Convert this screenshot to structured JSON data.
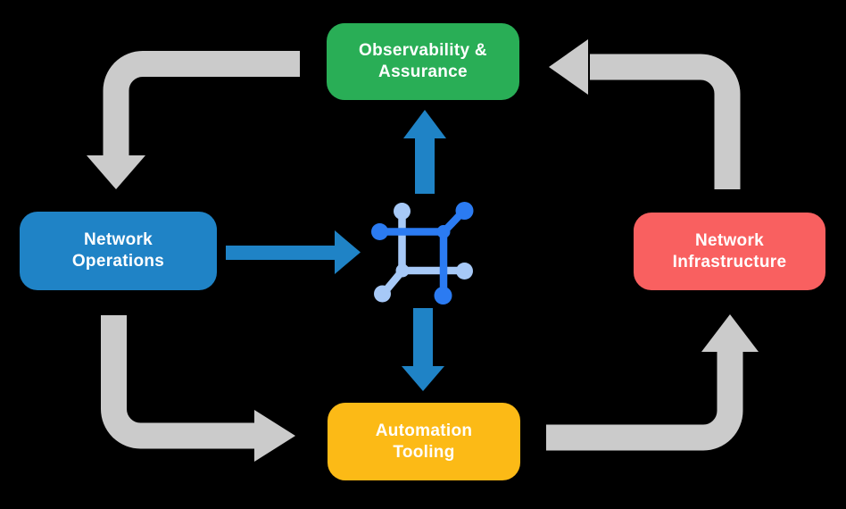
{
  "colors": {
    "green": "#29AE56",
    "blue": "#1F83C6",
    "red": "#F96060",
    "yellow": "#FCBA16",
    "arrow_gray": "#CBCBCB",
    "arrow_blue": "#1F83C6",
    "icon_dark_blue": "#2B7BF2",
    "icon_light_blue": "#A7C9F7",
    "label_text": "#FFFFFF",
    "background": "#000000"
  },
  "nodes": [
    {
      "id": "observability-assurance",
      "label": "Observability &\nAssurance",
      "color": "green"
    },
    {
      "id": "network-operations",
      "label": "Network\nOperations",
      "color": "blue"
    },
    {
      "id": "network-infrastructure",
      "label": "Network\nInfrastructure",
      "color": "red"
    },
    {
      "id": "automation-tooling",
      "label": "Automation\nTooling",
      "color": "yellow"
    }
  ],
  "center_icon": {
    "name": "network-mesh-icon"
  },
  "arrows": [
    {
      "id": "arrow-observability-to-operations",
      "from": "Observability & Assurance",
      "to": "Network Operations",
      "style": "gray"
    },
    {
      "id": "arrow-operations-to-automation",
      "from": "Network Operations",
      "to": "Automation Tooling",
      "style": "gray"
    },
    {
      "id": "arrow-automation-to-infrastructure",
      "from": "Automation Tooling",
      "to": "Network Infrastructure",
      "style": "gray"
    },
    {
      "id": "arrow-infrastructure-to-observability",
      "from": "Network Infrastructure",
      "to": "Observability & Assurance",
      "style": "gray"
    },
    {
      "id": "arrow-operations-to-center",
      "from": "Network Operations",
      "to": "network-mesh-icon",
      "style": "blue"
    },
    {
      "id": "arrow-center-to-observability",
      "from": "network-mesh-icon",
      "to": "Observability & Assurance",
      "style": "blue"
    },
    {
      "id": "arrow-center-to-automation",
      "from": "network-mesh-icon",
      "to": "Automation Tooling",
      "style": "blue"
    }
  ]
}
